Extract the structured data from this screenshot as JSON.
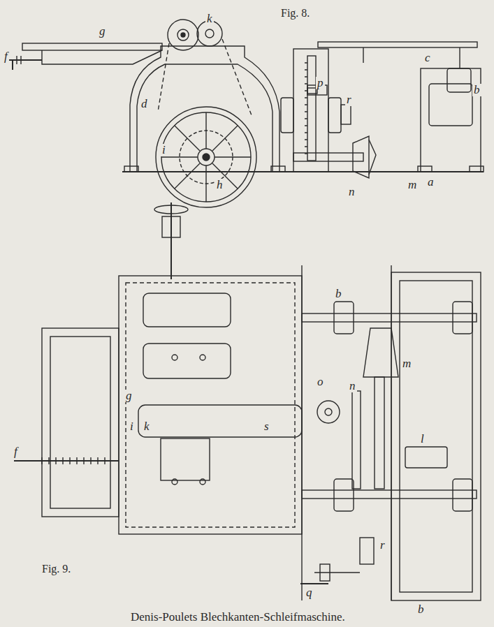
{
  "diagram": {
    "caption": "Denis-Poulets Blechkanten-Schleifmaschine.",
    "labels": [
      "Fig. 8.",
      "g",
      "k",
      "f",
      "d",
      "i",
      "h",
      "c",
      "b",
      "p",
      "r",
      "m",
      "n",
      "a",
      "b",
      "m",
      "n",
      "o",
      "g",
      "i",
      "k",
      "s",
      "f",
      "l",
      "r",
      "q",
      "b",
      "Fig. 9."
    ]
  }
}
